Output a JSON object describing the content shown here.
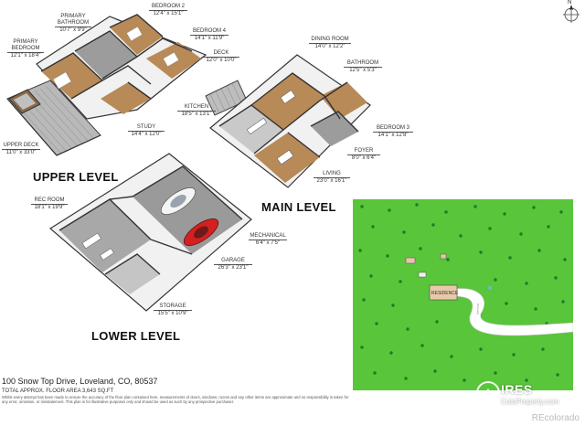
{
  "compass": {
    "letter": "N"
  },
  "levels": {
    "upper": "UPPER LEVEL",
    "main": "MAIN LEVEL",
    "lower": "LOWER LEVEL"
  },
  "rooms": {
    "primary_bath": {
      "name": "PRIMARY\nBATHROOM",
      "dim": "10'7\" x 9'9\""
    },
    "bedroom2": {
      "name": "BEDROOM 2",
      "dim": "12'4\" x 15'1\""
    },
    "primary_bed": {
      "name": "PRIMARY\nBEDROOM",
      "dim": "12'1\" x 18'4\""
    },
    "bedroom4": {
      "name": "BEDROOM 4",
      "dim": "14'1\" x 11'9\""
    },
    "deck": {
      "name": "DECK",
      "dim": "12'0\" x 10'0\""
    },
    "dining": {
      "name": "DINING ROOM",
      "dim": "14'0\" x 12'2\""
    },
    "bathroom": {
      "name": "BATHROOM",
      "dim": "12'5\" x 5'3\""
    },
    "kitchen": {
      "name": "KITCHEN",
      "dim": "18'5\" x 13'1\""
    },
    "study": {
      "name": "STUDY",
      "dim": "14'4\" x 12'0\""
    },
    "bedroom3": {
      "name": "BEDROOM 3",
      "dim": "14'1\" x 12'8\""
    },
    "upper_deck": {
      "name": "UPPER DECK",
      "dim": "11'0\" x 33'0\""
    },
    "foyer": {
      "name": "FOYER",
      "dim": "8'0\" x 6'4\""
    },
    "living": {
      "name": "LIVING",
      "dim": "23'0\" x 16'1\""
    },
    "rec": {
      "name": "REC ROOM",
      "dim": "18'1\" x 19'9\""
    },
    "mechanical": {
      "name": "MECHANICAL",
      "dim": "6'4\" x 7'5\""
    },
    "garage": {
      "name": "GARAGE",
      "dim": "26'3\" x 23'1\""
    },
    "storage": {
      "name": "STORAGE",
      "dim": "15'5\" x 10'9\""
    }
  },
  "site": {
    "residence": "RESIDENCE",
    "driveway": "Driveway"
  },
  "footer": {
    "address": "100 Snow Top Drive, Loveland, CO, 80537",
    "area": "TOTAL APPROX. FLOOR AREA 3,643 SQ.FT",
    "disclaimer": "Whilst every attempt has been made to ensure the accuracy of the floor plan contained here, measurements of doors, windows, rooms and any other items are approximate and no responsibility is taken for any error, omission, or misstatement. This plan is for illustrative purposes only and should be used as such by any prospective purchaser."
  },
  "brand": {
    "ires": "IRES",
    "ires_sub": "ColoProperty.com",
    "watermark": "REcolorado"
  },
  "colors": {
    "lawn": "#59c53a",
    "floor_wood": "#b88a57",
    "floor_grey": "#9c9c9c",
    "wall": "#3a3a3a"
  }
}
